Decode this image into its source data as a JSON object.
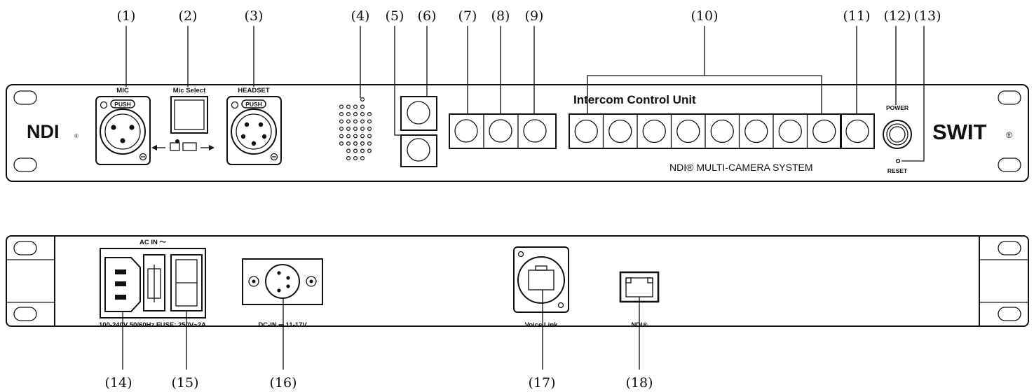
{
  "callouts": [
    "(1)",
    "(2)",
    "(3)",
    "(4)",
    "(5)",
    "(6)",
    "(7)",
    "(8)",
    "(9)",
    "(10)",
    "(11)",
    "(12)",
    "(13)",
    "(14)",
    "(15)",
    "(16)",
    "(17)",
    "(18)"
  ],
  "front_panel": {
    "logo_left": "NDI",
    "logo_left_mark": "®",
    "mic_label": "MIC",
    "mic_select_label": "Mic Select",
    "headset_label": "HEADSET",
    "push_label": "PUSH",
    "unit_title": "Intercom Control Unit",
    "system_label": "NDI® MULTI-CAMERA SYSTEM",
    "power_label": "POWER",
    "reset_label": "RESET",
    "logo_right": "SWIT",
    "logo_right_mark": "®"
  },
  "rear_panel": {
    "ac_in_label": "AC IN ～",
    "ac_spec_label": "100-240V 50/60Hz  FUSE: 250V~2A",
    "dc_in_label": "DC-IN ⎓ 11-17V",
    "voice_link_label": "Voice Link",
    "ndi_port_label": "NDI®"
  },
  "colors": {
    "ink": "#111111",
    "background": "#ffffff"
  }
}
